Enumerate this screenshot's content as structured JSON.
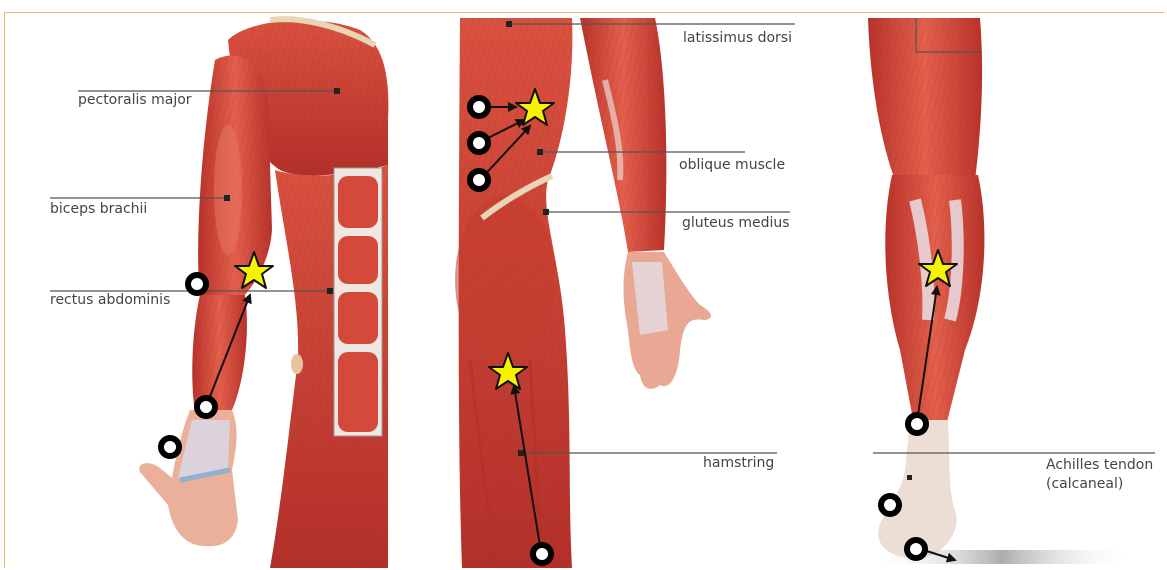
{
  "labels": {
    "pectoralis_major": "pectoralis major",
    "biceps_brachii": "biceps brachii",
    "rectus_abdominis": "rectus abdominis",
    "latissimus_dorsi": "latissimus dorsi",
    "oblique_muscle": "oblique muscle",
    "gluteus_medius": "gluteus medius",
    "hamstring": "hamstring",
    "achilles_line1": "Achilles tendon",
    "achilles_line2": "(calcaneal)"
  },
  "colors": {
    "muscle": "#d94a3c",
    "muscle_dark": "#a9281f",
    "muscle_light": "#ef8a78",
    "tendon": "#e8dcd6",
    "star": "#f7f200",
    "leader": "#555555",
    "frame": "#f2b56a"
  }
}
